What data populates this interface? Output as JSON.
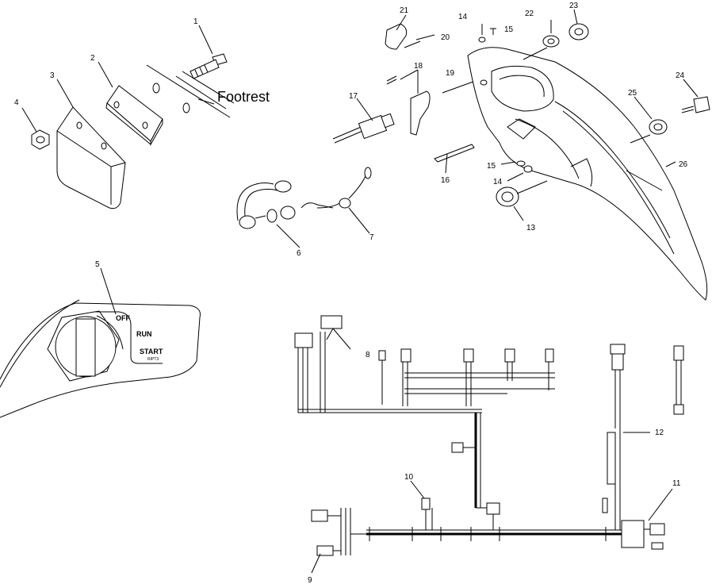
{
  "labels": {
    "l1": "1",
    "l2": "2",
    "l3": "3",
    "l4": "4",
    "l5": "5",
    "l6": "6",
    "l7": "7",
    "l8": "8",
    "l9": "9",
    "l10": "10",
    "l11": "11",
    "l12": "12",
    "l13": "13",
    "l14a": "14",
    "l14b": "14",
    "l15a": "15",
    "l15b": "15",
    "l16": "16",
    "l17": "17",
    "l18": "18",
    "l19": "19",
    "l20": "20",
    "l21": "21",
    "l22": "22",
    "l23": "23",
    "l24": "24",
    "l25": "25",
    "l26": "26"
  },
  "footrest_text": "Footrest",
  "switch": {
    "off": "OFF",
    "run": "RUN",
    "start": "START",
    "start_sub": "RIPT3"
  }
}
